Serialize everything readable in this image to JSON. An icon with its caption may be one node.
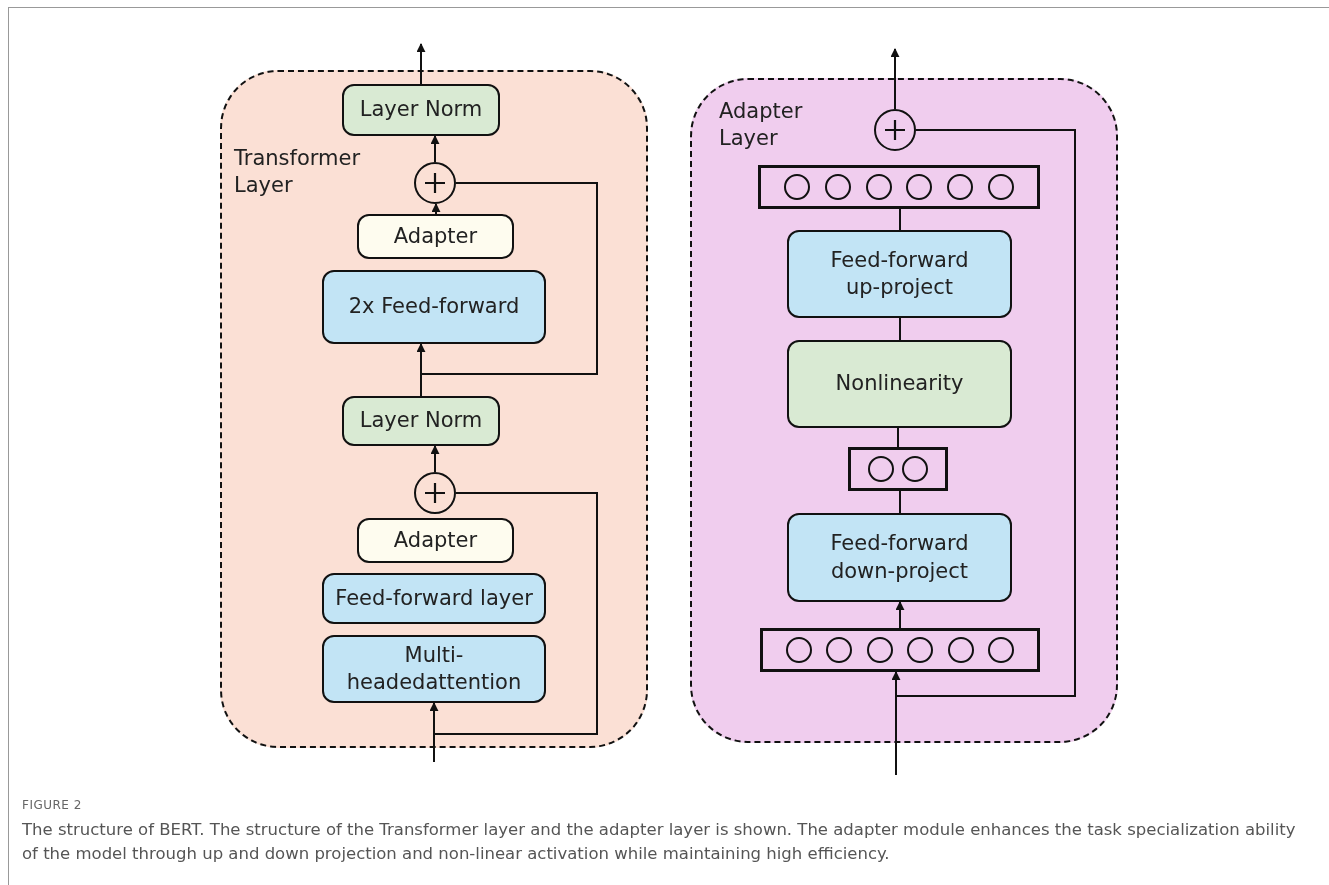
{
  "diagram": {
    "caption": "The structure of BERT. The structure of the Transformer layer and the adapter layer is shown. The adapter module enhances the task specialization ability of the model through up and down projection and non-linear activation while maintaining high efficiency.",
    "nodes": [
      {
        "text": [
          "Transformer Layer"
        ]
      },
      {
        "text": [
          "Layer Norm"
        ],
        "in": 0
      },
      {
        "text": [],
        "shape": "circle",
        "in": 0
      },
      {
        "text": [
          "Adapter"
        ],
        "in": 0
      },
      {
        "text": [
          "2x Feed-forward"
        ],
        "in": 0
      },
      {
        "text": [
          "Layer Norm"
        ],
        "in": 0
      },
      {
        "text": [],
        "shape": "circle",
        "in": 0
      },
      {
        "text": [
          "Adapter"
        ],
        "in": 0
      },
      {
        "text": [
          "Feed-forward layer"
        ],
        "in": 0
      },
      {
        "text": [
          "Multi-headedattention"
        ],
        "in": 0
      },
      {
        "text": [
          "Adapter Layer"
        ]
      },
      {
        "text": [],
        "shape": "circle",
        "in": 10
      },
      {
        "text": [],
        "shape": "bar",
        "in": 10
      },
      {
        "text": [
          "Feed-forward up-project"
        ],
        "in": 10
      },
      {
        "text": [
          "Nonlinearity"
        ],
        "in": 10
      },
      {
        "text": [],
        "shape": "bar",
        "in": 10
      },
      {
        "text": [
          "Feed-forward down-project"
        ],
        "in": 10
      },
      {
        "text": [],
        "shape": "bar",
        "in": 10
      }
    ],
    "edges": [
      {
        "from": null,
        "to": 9,
        "arrow": "to"
      },
      {
        "from": null,
        "to": 6,
        "arrow": "none"
      },
      {
        "from": 6,
        "to": 5,
        "arrow": "to"
      },
      {
        "from": 5,
        "to": 4,
        "arrow": "to"
      },
      {
        "from": 5,
        "to": 2,
        "arrow": "none"
      },
      {
        "from": 3,
        "to": 2,
        "arrow": "to"
      },
      {
        "from": 2,
        "to": 1,
        "arrow": "to"
      },
      {
        "from": 1,
        "to": null,
        "arrow": "to"
      },
      {
        "from": null,
        "to": 17,
        "arrow": "to"
      },
      {
        "from": null,
        "to": 11,
        "arrow": "none"
      },
      {
        "from": 17,
        "to": 16,
        "arrow": "to"
      },
      {
        "from": 16,
        "to": 15,
        "arrow": "none"
      },
      {
        "from": 15,
        "to": 14,
        "arrow": "none"
      },
      {
        "from": 14,
        "to": 13,
        "arrow": "none"
      },
      {
        "from": 13,
        "to": 12,
        "arrow": "none"
      },
      {
        "from": 11,
        "to": null,
        "arrow": "to"
      }
    ],
    "labels": [
      "FIGURE 2"
    ]
  }
}
